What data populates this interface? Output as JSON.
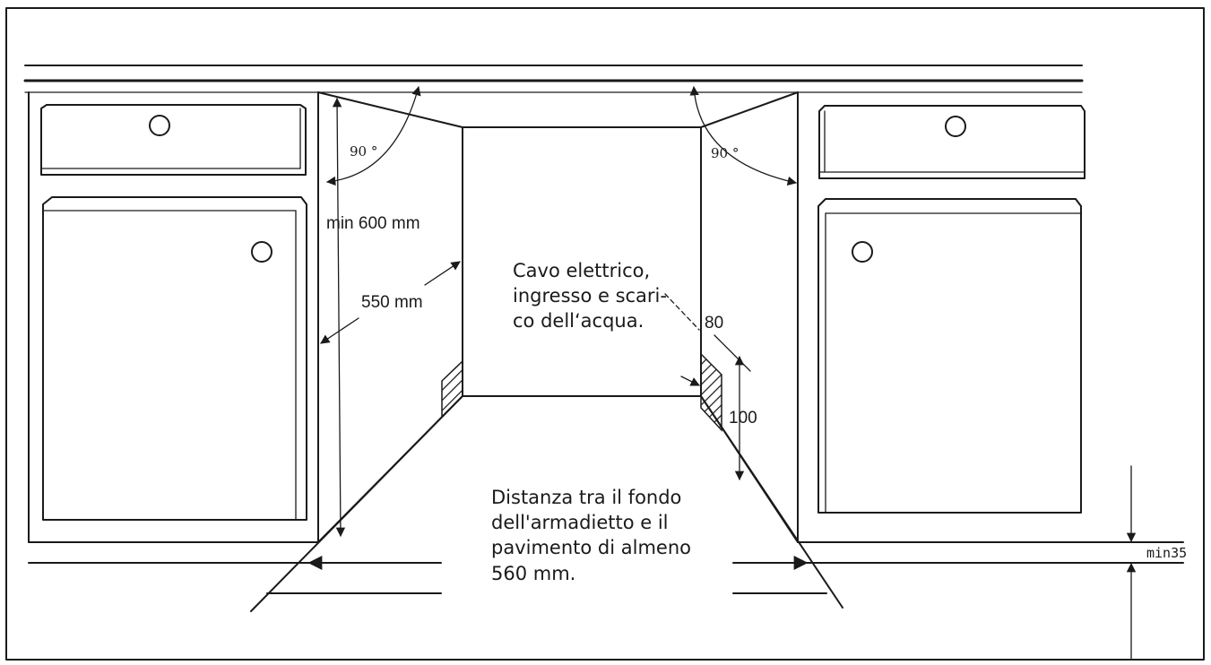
{
  "labels": {
    "angle_left": "90 °",
    "angle_right": "90 °",
    "min_height": "min 600 mm",
    "depth": "550 mm",
    "dim_80": "80",
    "dim_100": "100",
    "min_gap": "min35"
  },
  "notes": {
    "cable": [
      "Cavo elettrico,",
      "ingresso e scari-",
      "co dell‘acqua."
    ],
    "distance": [
      "Distanza tra il fondo",
      "dell'armadietto e il",
      "pavimento di almeno",
      "560 mm."
    ]
  },
  "colors": {
    "line": "#1a1a1a",
    "background": "#ffffff"
  }
}
